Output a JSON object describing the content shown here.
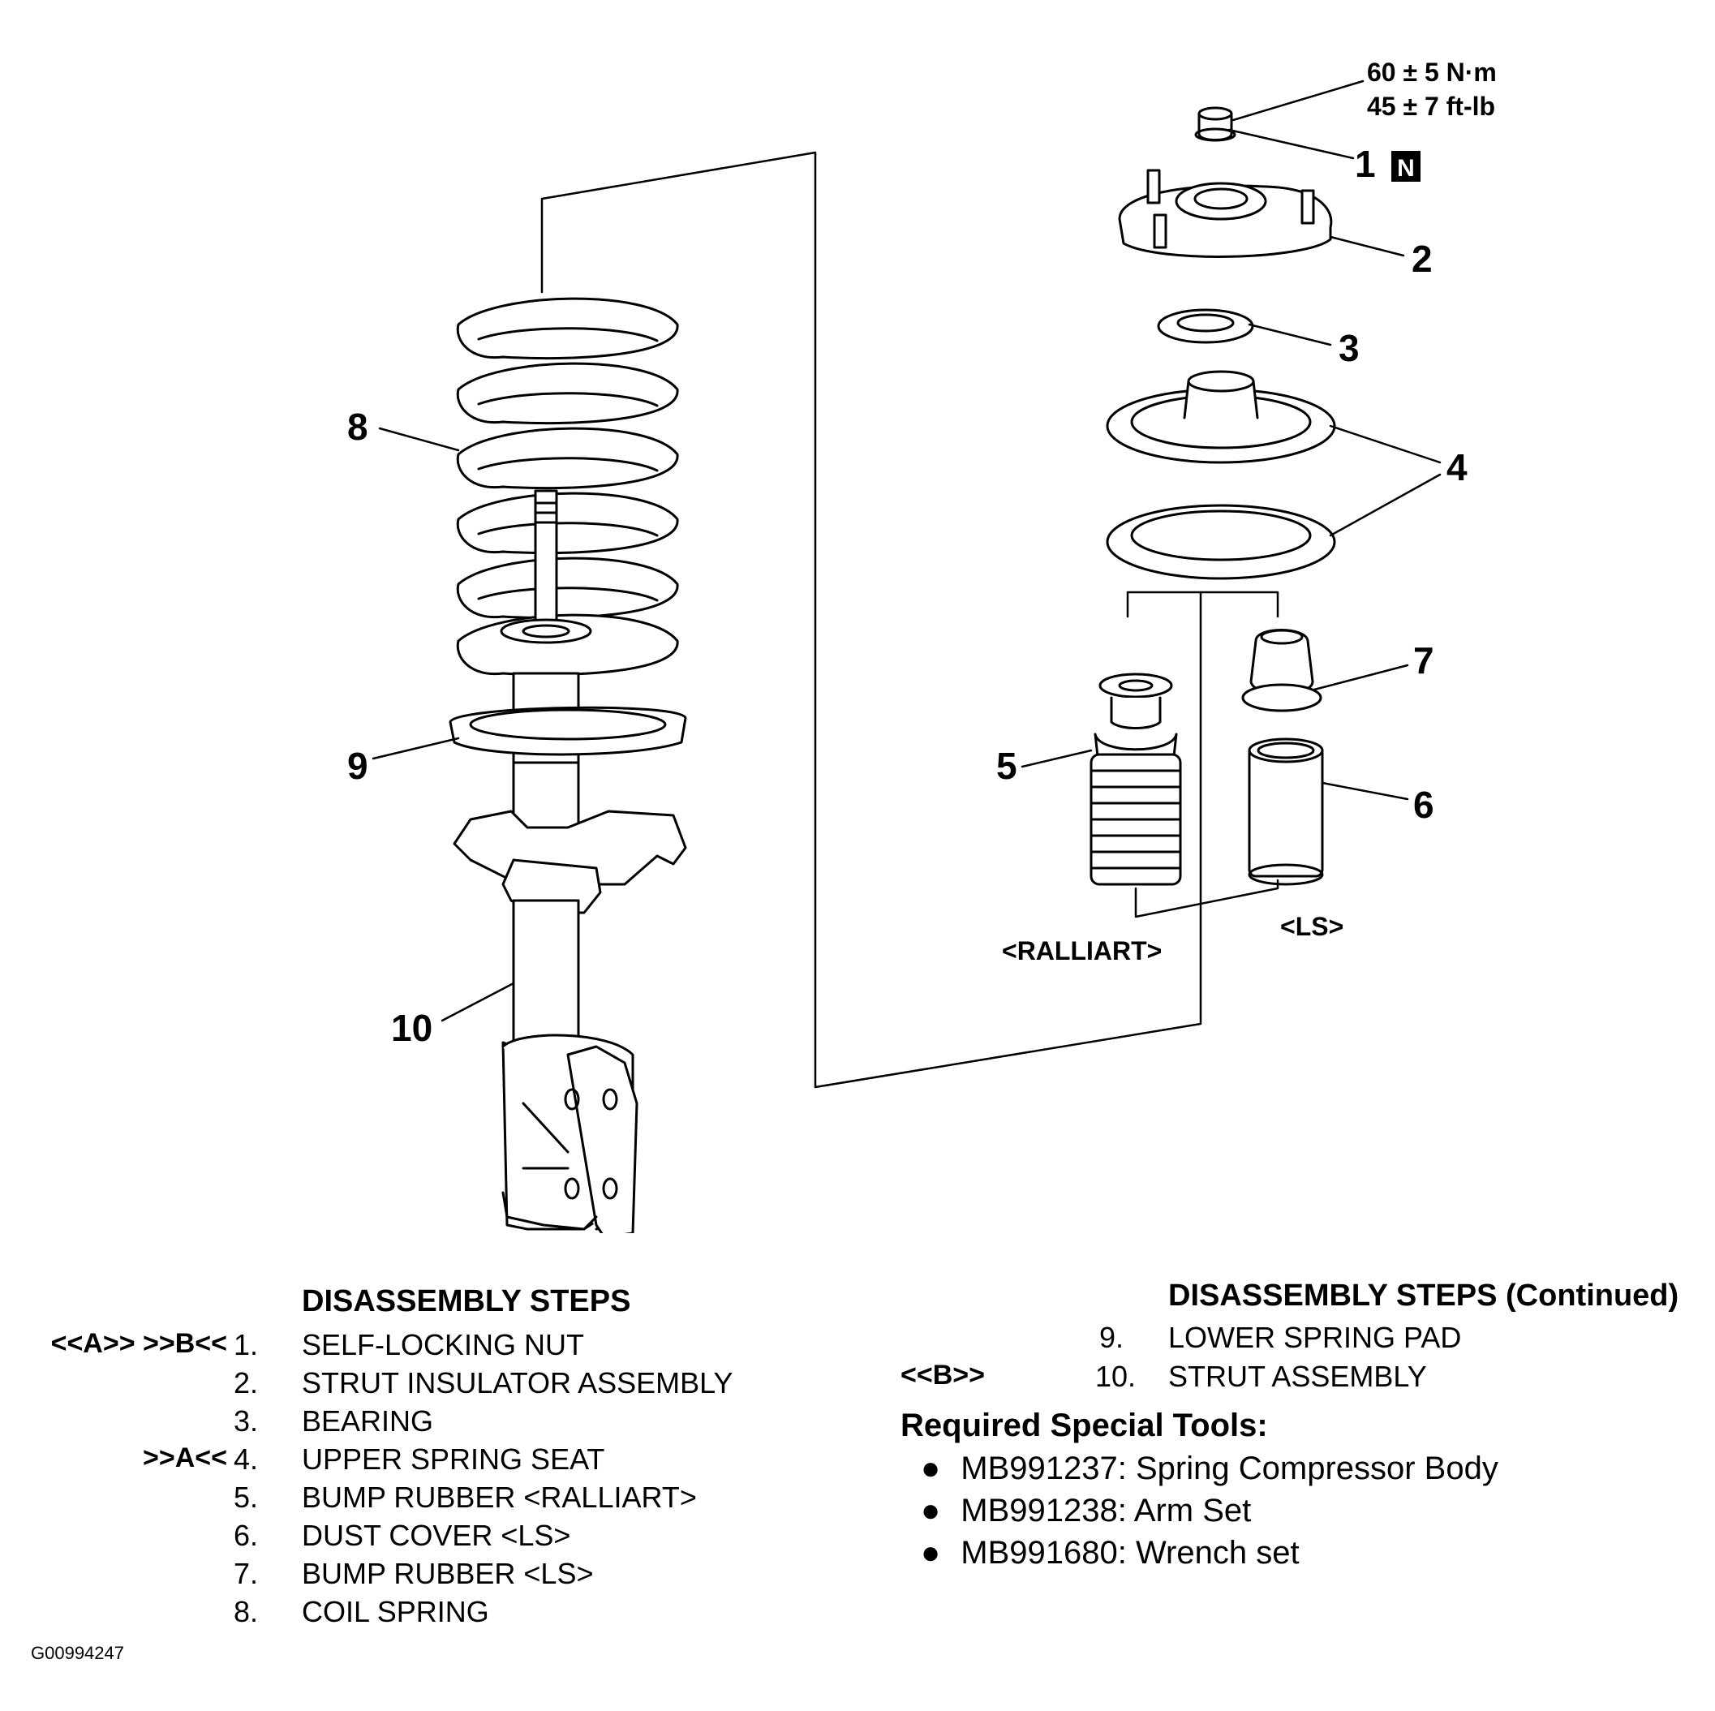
{
  "torque": {
    "metric": "60 ± 5 N·m",
    "imperial": "45 ± 7 ft-lb"
  },
  "new_part_mark": "N",
  "callouts": [
    "1",
    "2",
    "3",
    "4",
    "5",
    "6",
    "7",
    "8",
    "9",
    "10"
  ],
  "variants": {
    "ralliart": "<RALLIART>",
    "ls": "<LS>"
  },
  "steps_left": {
    "heading": "DISASSEMBLY STEPS",
    "items": [
      {
        "flag": "<<A>> >>B<<",
        "num": "1.",
        "label": "SELF-LOCKING NUT"
      },
      {
        "flag": "",
        "num": "2.",
        "label": "STRUT INSULATOR ASSEMBLY"
      },
      {
        "flag": "",
        "num": "3.",
        "label": "BEARING"
      },
      {
        "flag": ">>A<<",
        "num": "4.",
        "label": "UPPER SPRING SEAT"
      },
      {
        "flag": "",
        "num": "5.",
        "label": "BUMP RUBBER <RALLIART>"
      },
      {
        "flag": "",
        "num": "6.",
        "label": "DUST COVER <LS>"
      },
      {
        "flag": "",
        "num": "7.",
        "label": "BUMP RUBBER <LS>"
      },
      {
        "flag": "",
        "num": "8.",
        "label": "COIL SPRING"
      }
    ]
  },
  "steps_right": {
    "heading": "DISASSEMBLY STEPS (Continued)",
    "items": [
      {
        "flag": "",
        "num": "9.",
        "label": "LOWER SPRING PAD"
      },
      {
        "flag": "<<B>>",
        "num": "10.",
        "label": "STRUT ASSEMBLY"
      }
    ]
  },
  "tools": {
    "title": "Required Special Tools:",
    "items": [
      "MB991237: Spring Compressor Body",
      "MB991238: Arm Set",
      "MB991680: Wrench set"
    ]
  },
  "figure_id": "G00994247"
}
